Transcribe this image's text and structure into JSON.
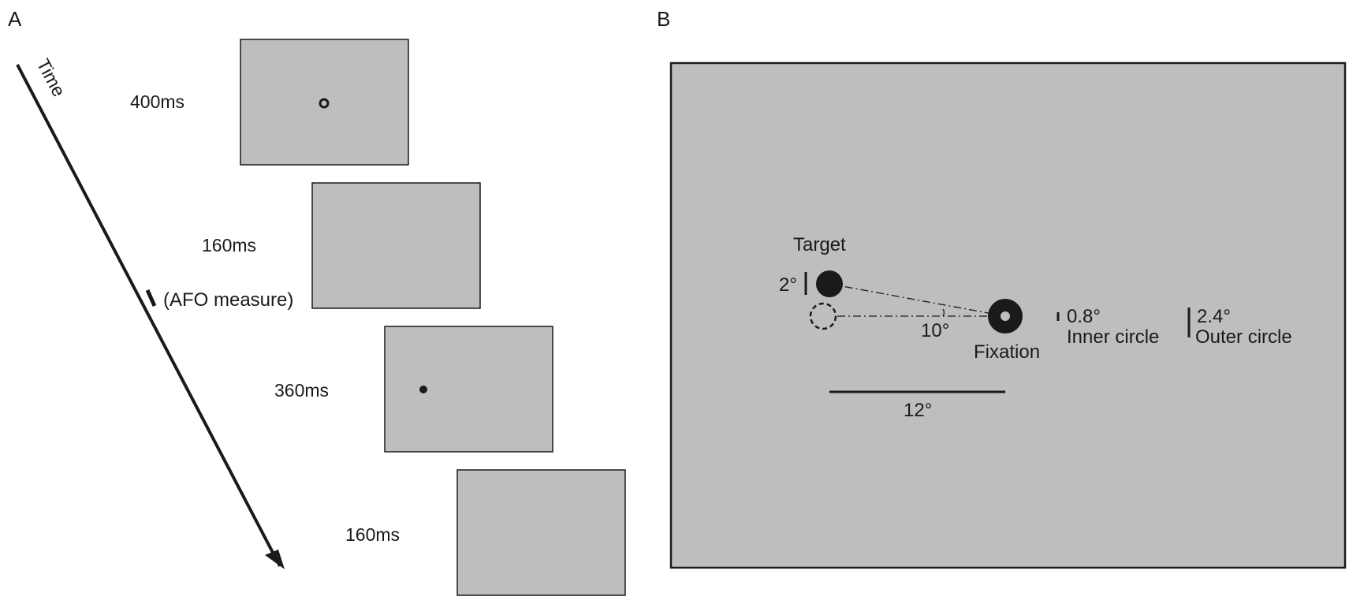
{
  "panel_a": {
    "letter": "A",
    "time_label": "Time",
    "afo_label": "(AFO measure)",
    "frames": [
      {
        "duration": "400ms",
        "content": "fixation-ring"
      },
      {
        "duration": "160ms",
        "content": "blank"
      },
      {
        "duration": "360ms",
        "content": "target-dot"
      },
      {
        "duration": "160ms",
        "content": "blank"
      }
    ]
  },
  "panel_b": {
    "letter": "B",
    "target_label": "Target",
    "target_size": "2°",
    "angle_label": "10°",
    "fixation_label": "Fixation",
    "inner_size": "0.8°",
    "inner_label": "Inner circle",
    "outer_size": "2.4°",
    "outer_label": "Outer circle",
    "distance_label": "12°"
  },
  "colors": {
    "screen_fill": "#bdbec0",
    "ink": "#1a1a1a"
  }
}
